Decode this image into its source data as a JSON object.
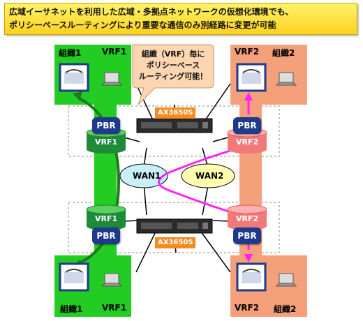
{
  "title": {
    "line1": "広域イーサネットを利用した広域・多拠点ネットワークの仮想化環境でも、",
    "line2": "ポリシーベースルーティングにより重要な通信のみ別経路に変更が可能"
  },
  "sites": {
    "top_left": {
      "name": "組織1",
      "vrf": "VRF1"
    },
    "top_right": {
      "name": "組織2",
      "vrf": "VRF2"
    },
    "bottom_left": {
      "name": "組織1",
      "vrf": "VRF1"
    },
    "bottom_right": {
      "name": "組織2",
      "vrf": "VRF2"
    }
  },
  "callout": {
    "line1": "組織（VRF）毎に",
    "line2": "ポリシーベース",
    "line3": "ルーティング可能！"
  },
  "switches": {
    "top": {
      "label": "AX3650S"
    },
    "bottom": {
      "label": "AX3650S"
    }
  },
  "top_ports": {
    "left_pbr": "PBR",
    "left_vrf": "VRF1",
    "right_pbr": "PBR",
    "right_vrf": "VRF2"
  },
  "bottom_ports": {
    "left_vrf": "VRF1",
    "left_pbr": "PBR",
    "right_vrf": "VRF2",
    "right_pbr": "PBR"
  },
  "wan": {
    "wan1": "WAN1",
    "wan2": "WAN2"
  },
  "colors": {
    "vrf1_green": "#22cc22",
    "vrf2_orange": "#f4a07a",
    "pbr_navy": "#1f3a8a",
    "magenta_path": "#ff22ff",
    "dark_green_path": "#1f7a1f",
    "ax_orange": "#f58a1f",
    "banner_yellow": "#ffe030"
  },
  "icons": [
    "ip-phone-icon",
    "laptop-icon",
    "l3-switch-icon",
    "cylinder-port-icon"
  ]
}
